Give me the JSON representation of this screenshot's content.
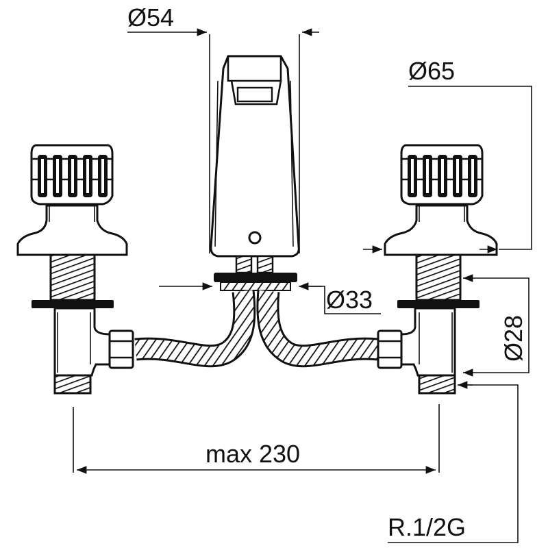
{
  "dimensions": {
    "spout_diameter": "Ø54",
    "handle_diameter": "Ø65",
    "hose_diameter": "Ø33",
    "shank_diameter": "Ø28",
    "center_distance": "max 230",
    "thread": "R.1/2G"
  },
  "colors": {
    "line": "#111111",
    "background": "#ffffff"
  }
}
